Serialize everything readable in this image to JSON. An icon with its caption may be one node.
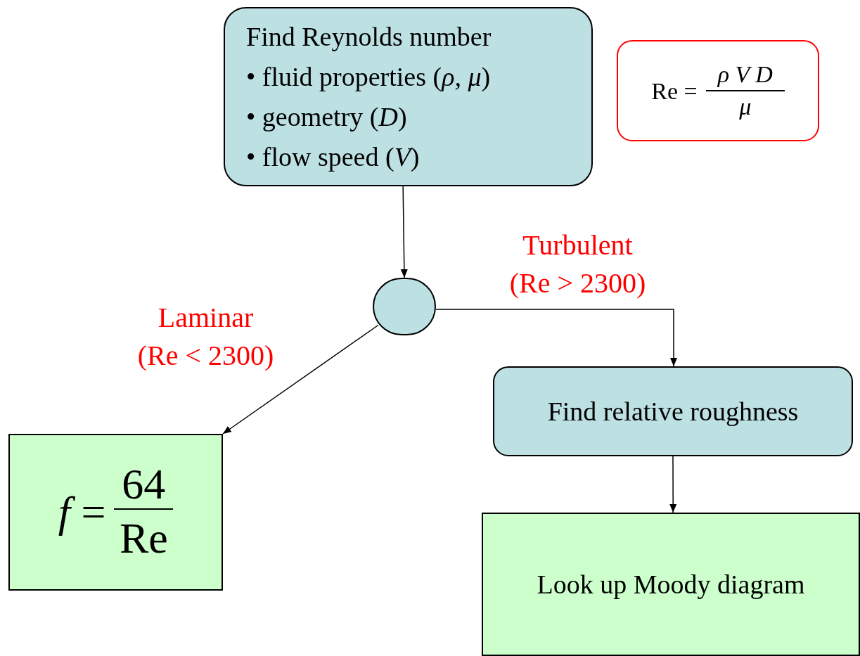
{
  "diagram": {
    "nodes": [
      {
        "text": [
          "Find Reynolds number",
          "• fluid properties (*ρ, μ*)",
          "• geometry (*D*)",
          "• flow speed (*V*)"
        ]
      },
      {
        "text": [
          "Re =",
          "*ρ V D*",
          "*μ*"
        ]
      },
      {
        "text": [],
        "shape": "circle"
      },
      {
        "text": [
          "*f* =",
          "64",
          "Re"
        ]
      },
      {
        "text": [
          "Find relative roughness"
        ]
      },
      {
        "text": [
          "Look up Moody diagram"
        ]
      }
    ],
    "edges": [
      {
        "from": 0,
        "to": 2,
        "arrow": "to"
      },
      {
        "from": 2,
        "to": 3,
        "arrow": "to",
        "label": "Laminar (Re < 2300)"
      },
      {
        "from": 2,
        "to": 4,
        "arrow": "to",
        "label": "Turbulent (Re > 2300)"
      },
      {
        "from": 4,
        "to": 5,
        "arrow": "to"
      }
    ]
  }
}
